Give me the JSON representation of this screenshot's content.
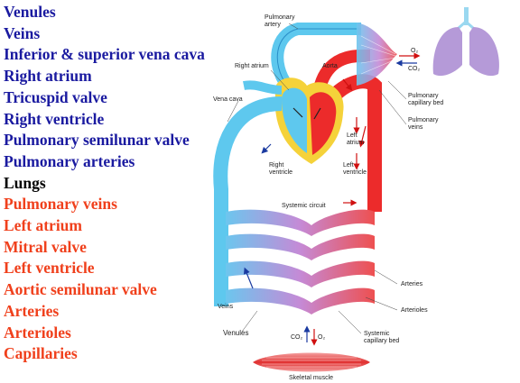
{
  "steps": [
    {
      "text": "Venules",
      "color": "#1a1aa0"
    },
    {
      "text": "Veins",
      "color": "#1a1aa0"
    },
    {
      "text": "Inferior & superior vena cava",
      "color": "#1a1aa0"
    },
    {
      "text": "Right atrium",
      "color": "#1a1aa0"
    },
    {
      "text": "Tricuspid valve",
      "color": "#1a1aa0"
    },
    {
      "text": "Right ventricle",
      "color": "#1a1aa0"
    },
    {
      "text": "Pulmonary semilunar valve",
      "color": "#1a1aa0"
    },
    {
      "text": "Pulmonary arteries",
      "color": "#1a1aa0"
    },
    {
      "text": "Lungs",
      "color": "#000000"
    },
    {
      "text": "Pulmonary veins",
      "color": "#f0401c"
    },
    {
      "text": "Left atrium",
      "color": "#f0401c"
    },
    {
      "text": "Mitral valve",
      "color": "#f0401c"
    },
    {
      "text": "Left ventricle",
      "color": "#f0401c"
    },
    {
      "text": "Aortic semilunar valve",
      "color": "#f0401c"
    },
    {
      "text": "Arteries",
      "color": "#f0401c"
    },
    {
      "text": "Arterioles",
      "color": "#f0401c"
    },
    {
      "text": "Capillaries",
      "color": "#f0401c"
    }
  ],
  "diagram": {
    "labels": {
      "pulmonary_artery_1": "Pulmonary",
      "pulmonary_artery_2": "artery",
      "right_atrium": "Right atrium",
      "vena_cava": "Vena cava",
      "aorta": "Aorta",
      "o2": "O₂",
      "co2": "CO₂",
      "pulmonary_capillary_bed_1": "Pulmonary",
      "pulmonary_capillary_bed_2": "capillary bed",
      "pulmonary_veins_1": "Pulmonary",
      "pulmonary_veins_2": "veins",
      "left_atrium_1": "Left",
      "left_atrium_2": "atrium",
      "right_ventricle_1": "Right",
      "right_ventricle_2": "ventricle",
      "left_ventricle_1": "Left",
      "left_ventricle_2": "ventricle",
      "systemic_circuit": "Systemic circuit",
      "arteries": "Arteries",
      "arterioles": "Arterioles",
      "veins": "Veins",
      "venules": "Venules",
      "systemic_capillary_bed_1": "Systemic",
      "systemic_capillary_bed_2": "capillary bed",
      "co2_bottom": "CO₂",
      "o2_bottom": "O₂",
      "skeletal_muscle": "Skeletal muscle"
    },
    "colors": {
      "venous": "#5ec8ee",
      "arterial": "#ec2b2b",
      "capillary": "#c58ad6",
      "heart": "#f5d23a",
      "lungs": "#b59ad8"
    }
  }
}
